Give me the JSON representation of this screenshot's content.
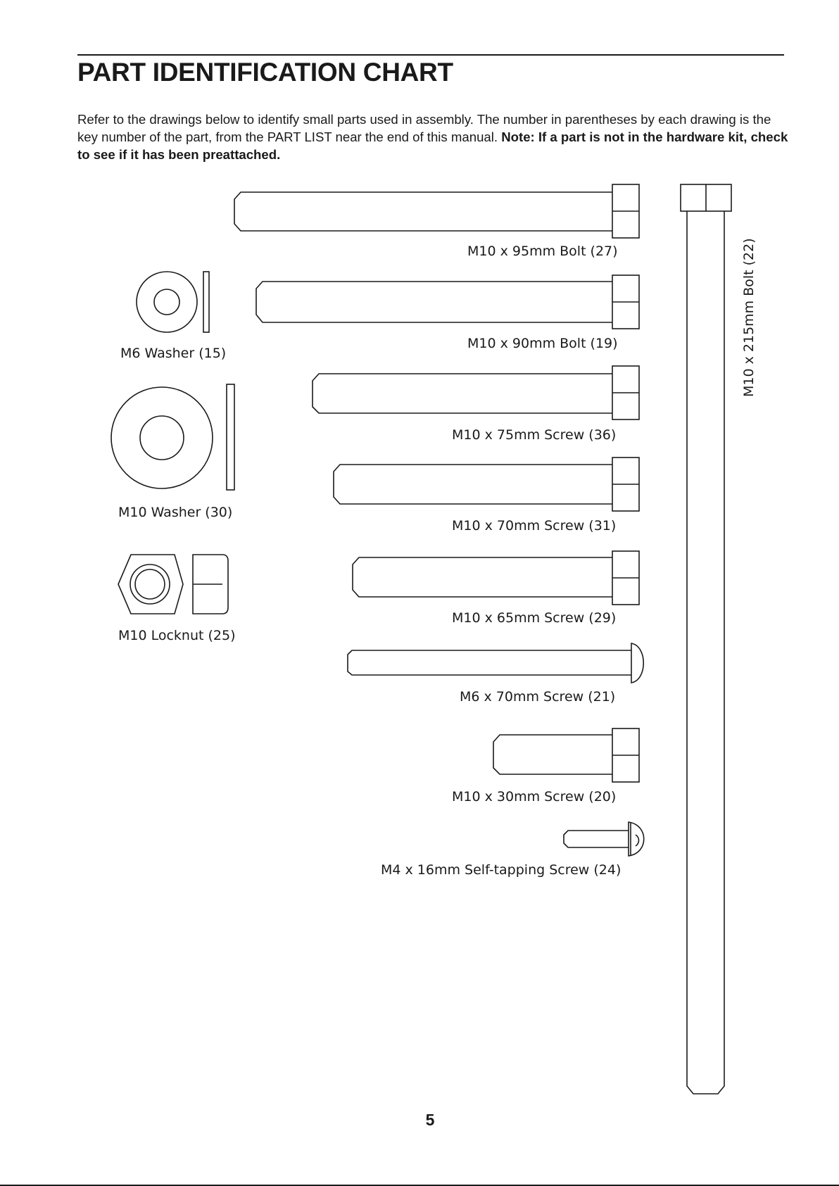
{
  "title": "PART IDENTIFICATION CHART",
  "intro": {
    "text": "Refer to the drawings below to identify small parts used in assembly. The number in parentheses by each drawing is the key number of the part, from the PART LIST near the end of this manual.",
    "note": "Note: If a part is not in the hardware kit, check to see if it has been preattached."
  },
  "parts": {
    "bolt_95": "M10 x 95mm Bolt (27)",
    "bolt_90": "M10 x 90mm Bolt (19)",
    "screw_75": "M10 x 75mm Screw (36)",
    "screw_70": "M10 x 70mm Screw (31)",
    "screw_65": "M10 x 65mm Screw (29)",
    "screw_m6_70": "M6 x 70mm Screw (21)",
    "screw_30": "M10 x 30mm Screw (20)",
    "self_tapping": "M4 x 16mm Self-tapping Screw (24)",
    "bolt_215": "M10 x 215mm Bolt (22)",
    "washer_m6": "M6 Washer (15)",
    "washer_m10": "M10 Washer (30)",
    "locknut_m10": "M10 Locknut (25)"
  },
  "page_number": "5"
}
